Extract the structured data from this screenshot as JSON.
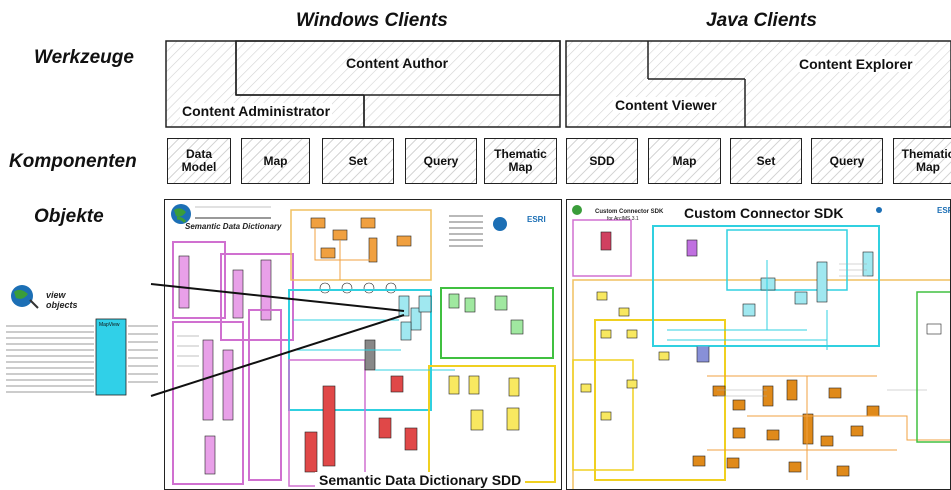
{
  "headers": {
    "windows_clients": "Windows Clients",
    "java_clients": "Java Clients"
  },
  "rows": {
    "werkzeuge": "Werkzeuge",
    "komponenten": "Komponenten",
    "objekte": "Objekte"
  },
  "tools": {
    "content_author": "Content Author",
    "content_administrator": "Content Administrator",
    "content_explorer": "Content Explorer",
    "content_viewer": "Content Viewer"
  },
  "components": {
    "windows": [
      {
        "line1": "Data",
        "line2": "Model"
      },
      {
        "line1": "Map",
        "line2": ""
      },
      {
        "line1": "Set",
        "line2": ""
      },
      {
        "line1": "Query",
        "line2": ""
      },
      {
        "line1": "Thematic",
        "line2": "Map"
      }
    ],
    "java": [
      {
        "line1": "SDD",
        "line2": ""
      },
      {
        "line1": "Map",
        "line2": ""
      },
      {
        "line1": "Set",
        "line2": ""
      },
      {
        "line1": "Query",
        "line2": ""
      },
      {
        "line1": "Thematic",
        "line2": "Map"
      }
    ]
  },
  "posters": {
    "sdd": {
      "title": "Semantic Data Dictionary",
      "caption": "Semantic Data Dictionary SDD",
      "logo": "ESRI"
    },
    "ccsdk": {
      "title": "Custom Connector SDK",
      "subtitle_small": "Custom Connector SDK",
      "subtitle_small2": "for ArcIMS 3.1",
      "logo": "ESRI"
    }
  },
  "view_objects": {
    "label_line1": "view",
    "label_line2": "objects",
    "box_label": "MapView"
  },
  "icons": [
    "globe-icon",
    "esri-logo-icon"
  ],
  "colors": {
    "line_magenta": "#d070d0",
    "line_cyan": "#30d0e0",
    "line_green": "#40c040",
    "line_orange": "#f0a040",
    "line_yellow": "#f0d020",
    "box_orange": "#e08a1a"
  }
}
